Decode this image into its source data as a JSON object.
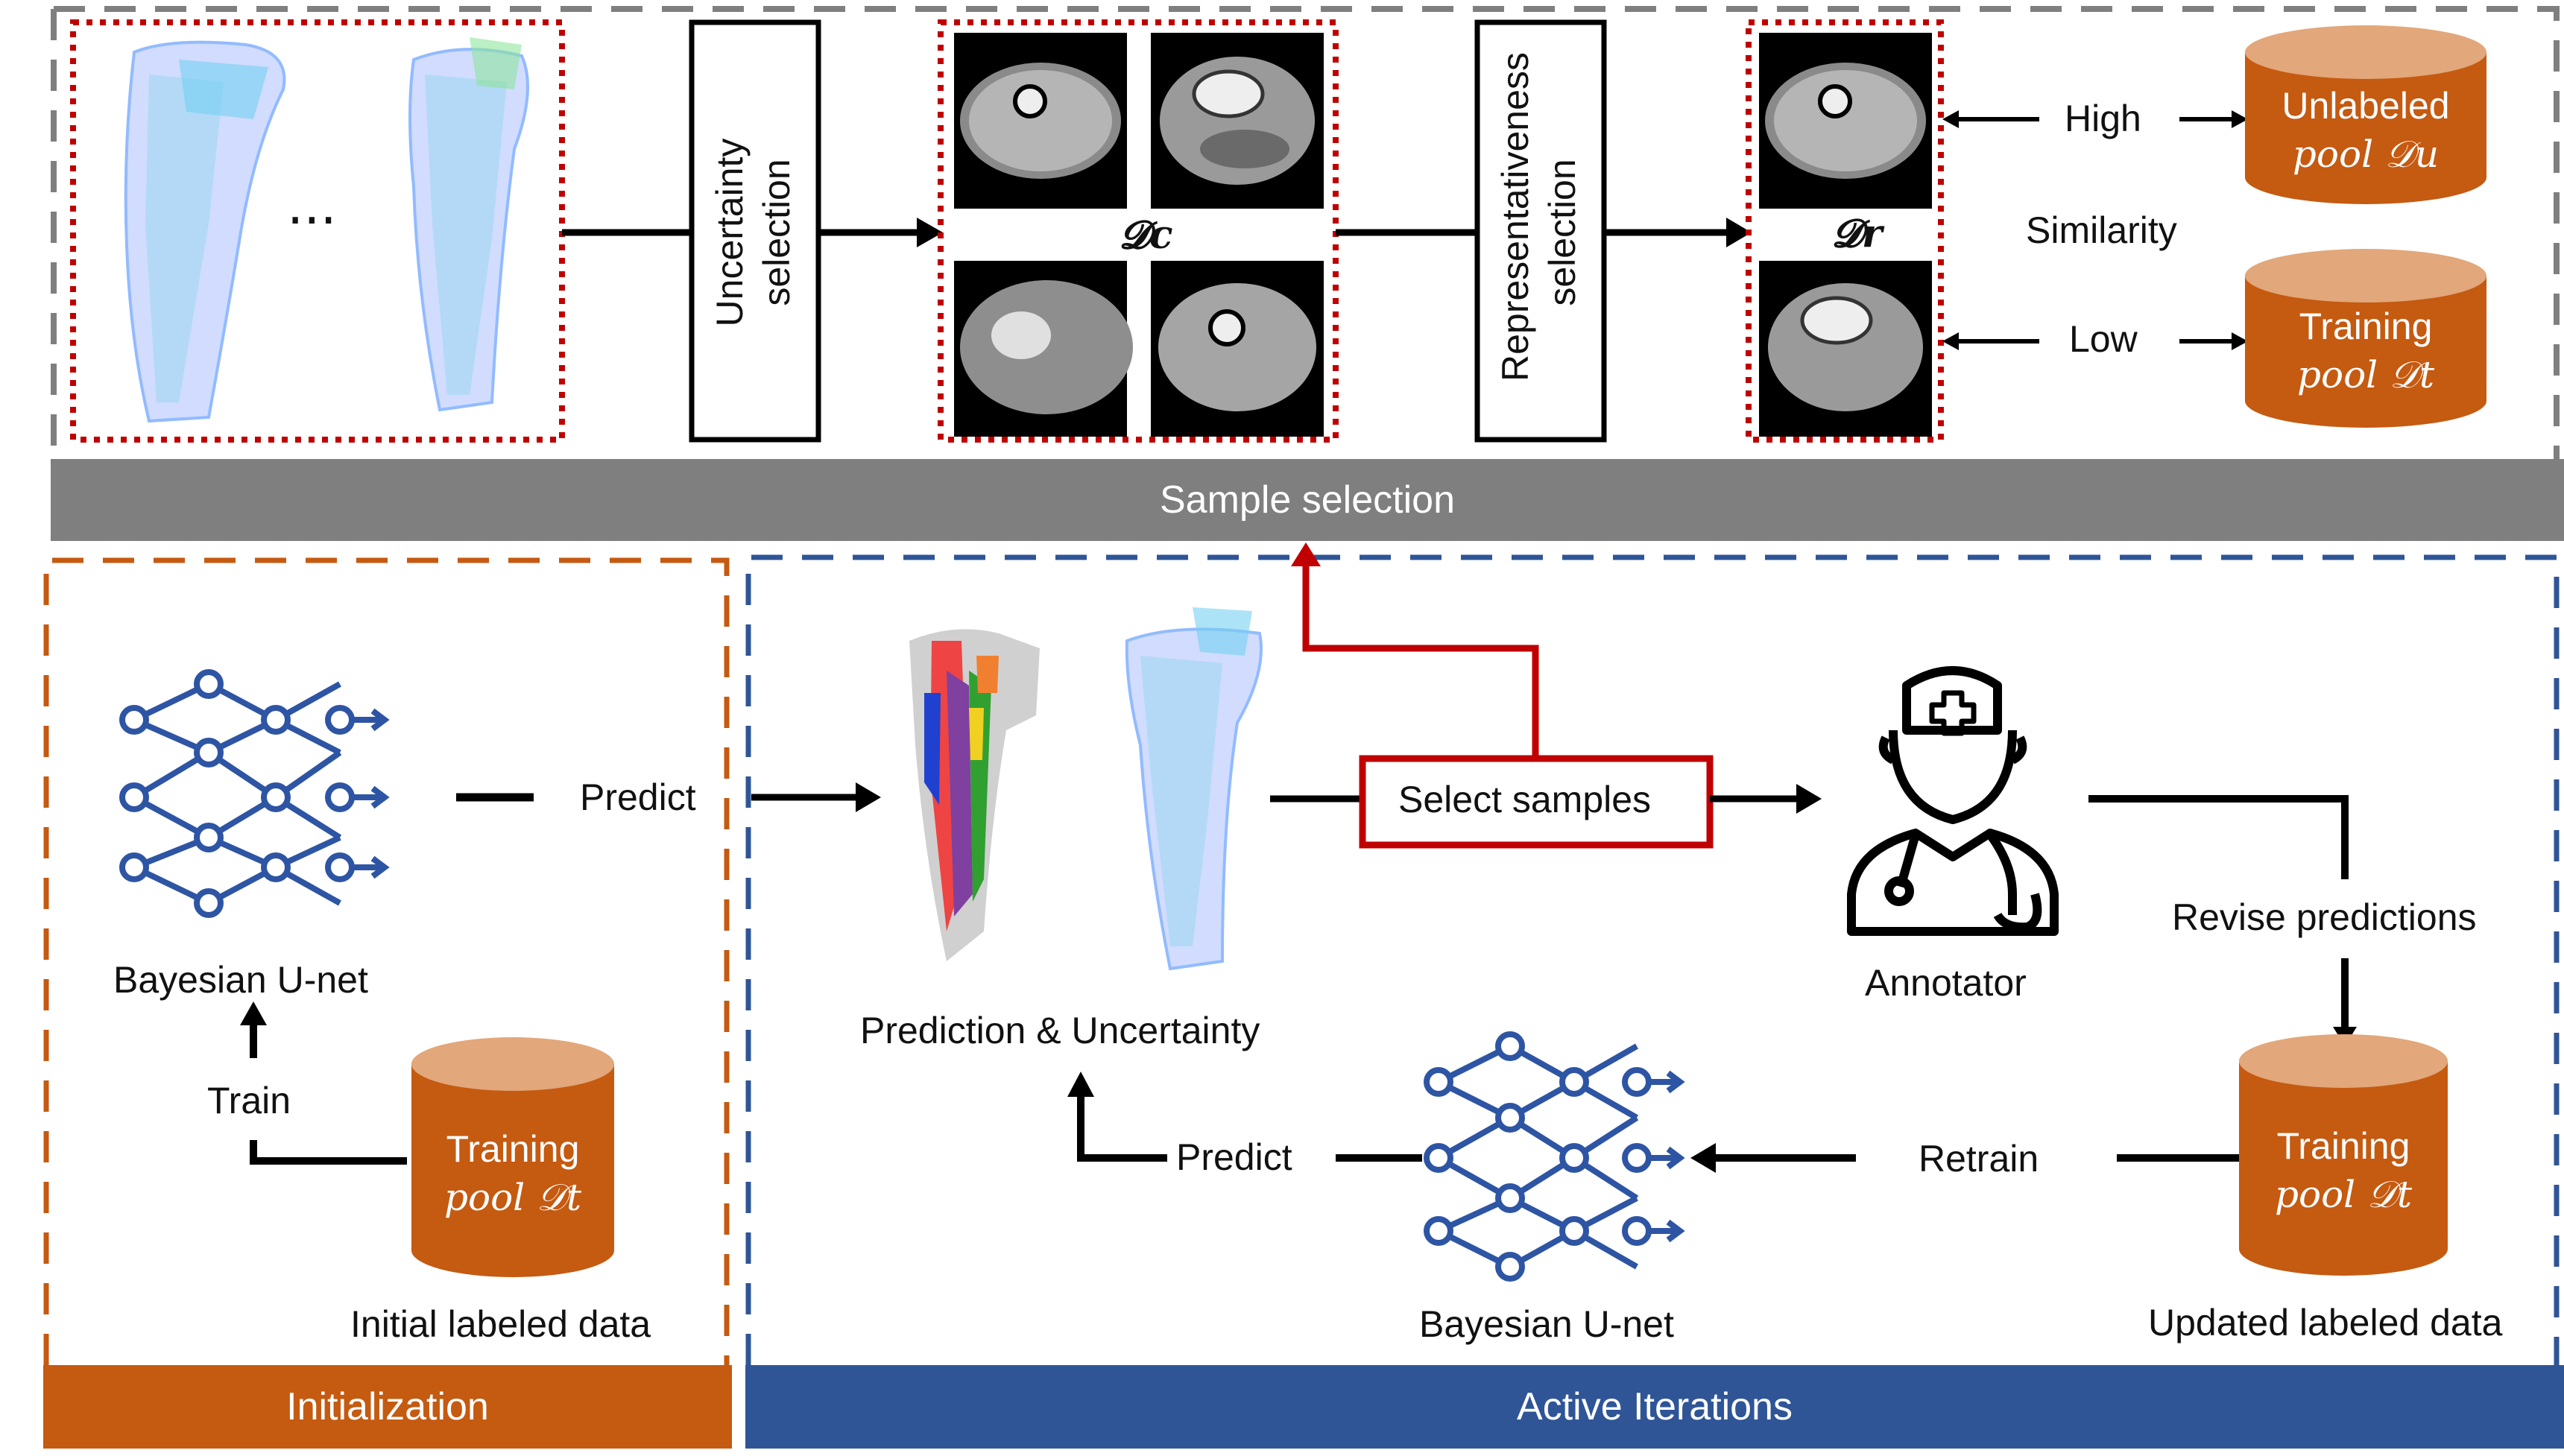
{
  "sample_selection": {
    "title": "Sample selection",
    "ellipsis": "···",
    "uncertainty_label": [
      "Uncertainty",
      "selection"
    ],
    "representativeness_label": [
      "Representativeness",
      "selection"
    ],
    "dc_label": "𝓓c",
    "dr_label": "𝓓r",
    "high_label": "High",
    "low_label": "Low",
    "similarity_label": "Similarity",
    "unlabeled_pool": {
      "line1": "Unlabeled",
      "line2": "pool 𝒟u"
    },
    "training_pool": {
      "line1": "Training",
      "line2": "pool 𝒟t"
    }
  },
  "initialization": {
    "title": "Initialization",
    "network_label": "Bayesian U-net",
    "predict_label": "Predict",
    "train_label": "Train",
    "pool": {
      "line1": "Training",
      "line2": "pool 𝒟t"
    },
    "data_label": "Initial labeled data"
  },
  "active": {
    "title": "Active Iterations",
    "prediction_label": "Prediction & Uncertainty",
    "select_samples_label": "Select samples",
    "annotator_label": "Annotator",
    "revise_label": "Revise predictions",
    "retrain_label": "Retrain",
    "predict_label": "Predict",
    "network_label": "Bayesian U-net",
    "pool": {
      "line1": "Training",
      "line2": "pool 𝒟t"
    },
    "data_label": "Updated labeled data"
  },
  "colors": {
    "orange": "#C55A11",
    "pool_fill": "#C55A11",
    "pool_top": "#E2A77A",
    "blue": "#2F5597",
    "gray_bar": "#7F7F7F",
    "red": "#C00000",
    "network_blue": "#2E55A4"
  }
}
